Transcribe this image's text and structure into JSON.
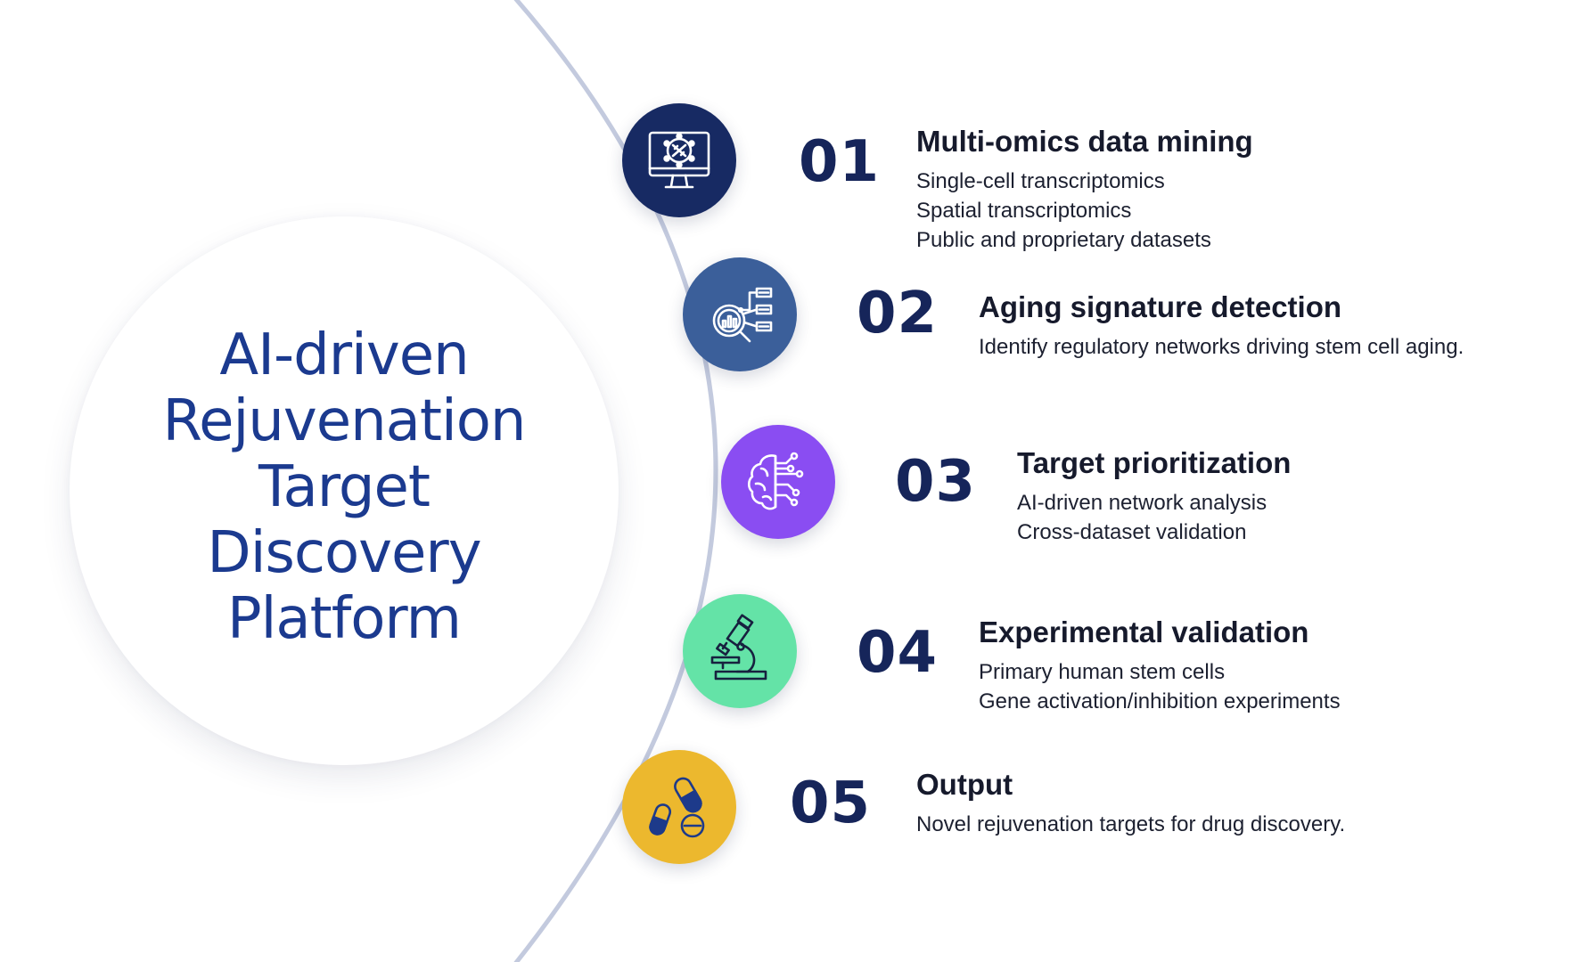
{
  "platform": {
    "title_lines": [
      "AI-driven",
      "Rejuvenation",
      "Target",
      "Discovery",
      "Platform"
    ]
  },
  "colors": {
    "title": "#1b3a8f",
    "number": "#16255a",
    "arc": "#c3cade"
  },
  "steps": [
    {
      "number": "01",
      "title": "Multi-omics data mining",
      "lines": [
        "Single-cell transcriptomics",
        "Spatial transcriptomics",
        "Public and proprietary datasets"
      ],
      "icon": "computer-dna-icon",
      "color": "#172a63"
    },
    {
      "number": "02",
      "title": "Aging signature detection",
      "lines": [
        "Identify regulatory networks driving stem cell aging."
      ],
      "icon": "magnifier-analytics-icon",
      "color": "#3b5f9a"
    },
    {
      "number": "03",
      "title": "Target prioritization",
      "lines": [
        "AI-driven network analysis",
        "Cross-dataset validation"
      ],
      "icon": "brain-circuit-icon",
      "color": "#8a4df2"
    },
    {
      "number": "04",
      "title": "Experimental validation",
      "lines": [
        "Primary human stem cells",
        "Gene activation/inhibition experiments"
      ],
      "icon": "microscope-icon",
      "color": "#64e3a7"
    },
    {
      "number": "05",
      "title": "Output",
      "lines": [
        "Novel rejuvenation targets for drug discovery."
      ],
      "icon": "pills-icon",
      "color": "#ecb82e"
    }
  ]
}
